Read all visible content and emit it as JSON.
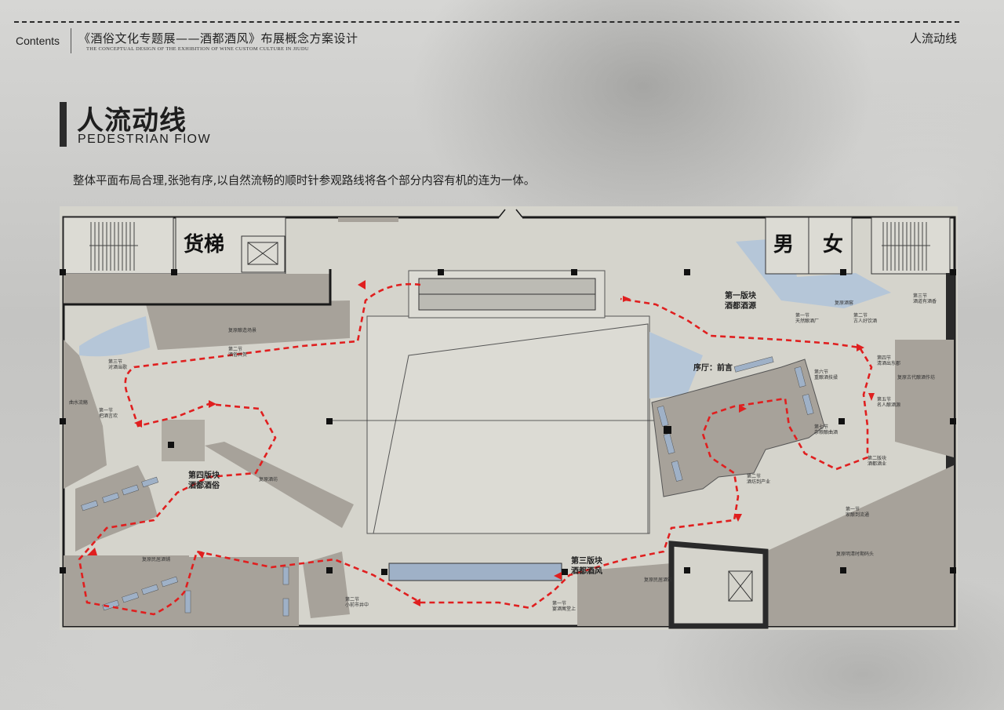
{
  "header": {
    "contents_label": "Contents",
    "project_title": "《酒俗文化专题展——酒都酒风》布展概念方案设计",
    "project_subtitle": "THE CONCEPTUAL DESIGN OF THE EXHIBITION OF WINE CUSTOM CULTURE IN JIUDU",
    "section_tag": "人流动线"
  },
  "heading": {
    "title_cn": "人流动线",
    "title_en": "PEDESTRIAN FlOW",
    "description": "整体平面布局合理,张弛有序,以自然流畅的顺时针参观路线将各个部分内容有机的连为一体。"
  },
  "plan": {
    "colors": {
      "wall": "#1a1a1a",
      "floor": "#d5d4cc",
      "block": "#a7a29a",
      "water": "#b5c6d8",
      "route": "#e01f1f"
    },
    "big_labels": {
      "freight_elevator": "货梯",
      "male": "男",
      "female": "女"
    },
    "section_labels": {
      "s1_a": "第一版块",
      "s1_b": "酒都酒源",
      "s4_a": "第四版块",
      "s4_b": "酒都酒俗",
      "s3_a": "第三版块",
      "s3_b": "酒都酒风",
      "lobby": "序厅：前言"
    },
    "small_labels": {
      "r1": "第三节",
      "r1b": "对酒当歌",
      "r2": "第二节",
      "r2b": "酒俗共贺",
      "r3": "第一节",
      "r3b": "把酒言欢",
      "r4": "第二节",
      "r4b": "小前市井中",
      "r5": "第一节",
      "r5b": "宴酒寓堂上",
      "r6": "第三节",
      "r6b": "酒道有酒香",
      "r7": "第一节",
      "r7b": "天然酿酒厂",
      "r8": "第二节",
      "r8b": "古人好饮酒",
      "r9": "第四节",
      "r9b": "清酒出东郡",
      "r10": "第五节",
      "r10b": "名人酿酒源",
      "r11": "第六节",
      "r11b": "重酿酒技揉",
      "r12": "第七节",
      "r12b": "杂粮酿曲酒",
      "r13": "第二节",
      "r13b": "酒坊到产业",
      "r14": "第二版块",
      "r14b": "酒都酒业",
      "r15": "第一节",
      "r15b": "家酿到流通",
      "misc1": "复原酒坊",
      "misc2": "复原民居酒铺",
      "misc3": "复原民居酒馆",
      "misc4": "复原明清时期码头",
      "misc5": "曲水流觞",
      "misc6": "复原酿造场景",
      "misc7": "复原酒窖",
      "misc8": "复原古代酿酒作坊"
    }
  }
}
